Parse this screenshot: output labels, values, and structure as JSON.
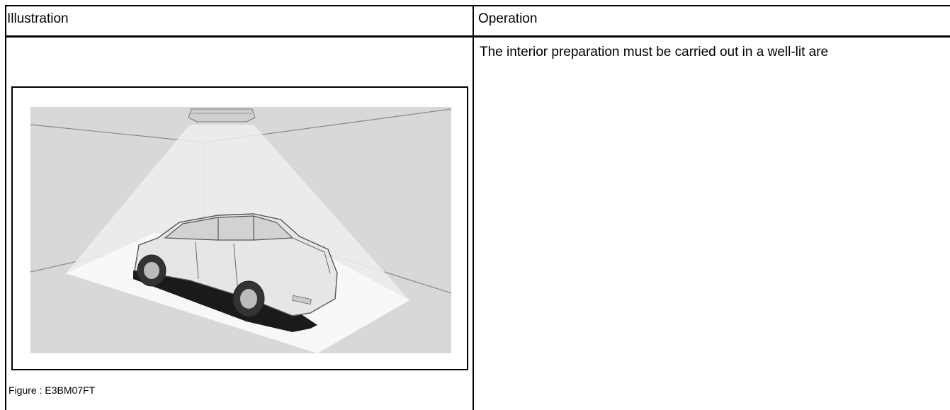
{
  "table": {
    "headers": {
      "illustration": "Illustration",
      "operation": "Operation"
    },
    "row": {
      "operation_text": "The interior preparation must be carried out in a well-lit are",
      "figure_caption": "Figure : E3BM07FT",
      "figure_icon": "car-under-ceiling-light-illustration"
    }
  }
}
